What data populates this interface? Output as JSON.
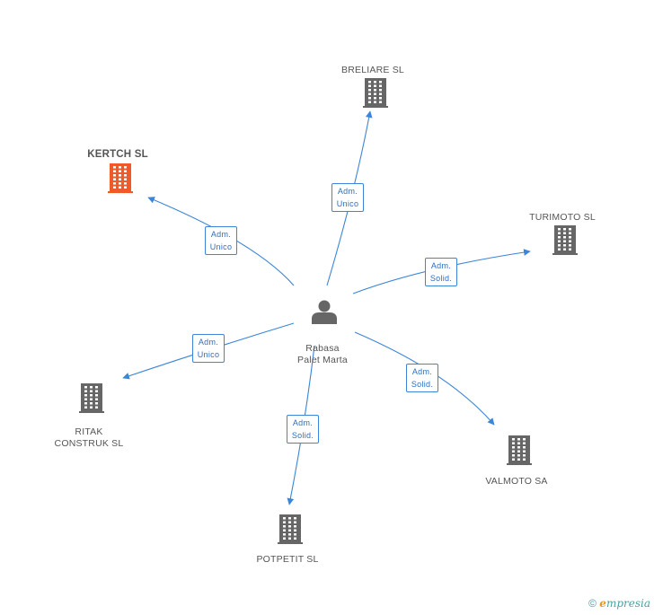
{
  "center": {
    "name": "Rabasa\nPalet Marta",
    "icon": "person-icon",
    "color": "#666666"
  },
  "companies": [
    {
      "id": "breliare",
      "name": "BRELIARE SL",
      "icon": "building-icon",
      "color": "#666666",
      "highlight": false
    },
    {
      "id": "kertch",
      "name": "KERTCH SL",
      "icon": "building-icon",
      "color": "#f05a28",
      "highlight": true
    },
    {
      "id": "turimoto",
      "name": "TURIMOTO  SL",
      "icon": "building-icon",
      "color": "#666666",
      "highlight": false
    },
    {
      "id": "ritak",
      "name": "RITAK\nCONSTRUK SL",
      "icon": "building-icon",
      "color": "#666666",
      "highlight": false
    },
    {
      "id": "valmoto",
      "name": "VALMOTO SA",
      "icon": "building-icon",
      "color": "#666666",
      "highlight": false
    },
    {
      "id": "potpetit",
      "name": "POTPETIT SL",
      "icon": "building-icon",
      "color": "#666666",
      "highlight": false
    }
  ],
  "relations": [
    {
      "to": "breliare",
      "label": "Adm.\nUnico"
    },
    {
      "to": "kertch",
      "label": "Adm.\nUnico"
    },
    {
      "to": "turimoto",
      "label": "Adm.\nSolid."
    },
    {
      "to": "ritak",
      "label": "Adm.\nUnico"
    },
    {
      "to": "valmoto",
      "label": "Adm.\nSolid."
    },
    {
      "to": "potpetit",
      "label": "Adm.\nSolid."
    }
  ],
  "edge_color": "#3b86d8",
  "footer": {
    "copyright": "©",
    "brand_initial": "e",
    "brand_rest": "mpresia"
  }
}
